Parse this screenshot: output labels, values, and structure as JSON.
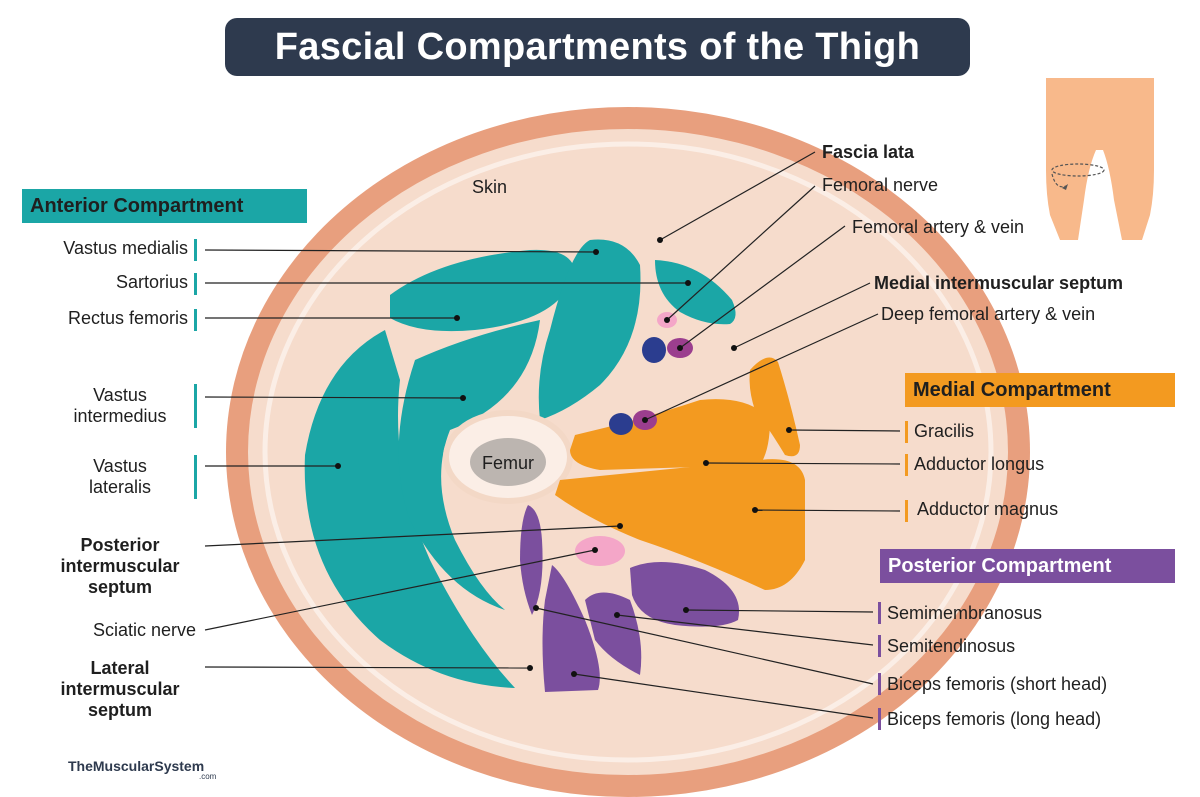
{
  "title": "Fascial Compartments of the Thigh",
  "colors": {
    "title_bg": "#2e3a4e",
    "anterior": "#1ba6a6",
    "medial": "#f39a20",
    "posterior": "#7b4f9e",
    "skin": "#e89f7e",
    "fascia": "#fbeee6",
    "tissue": "#f6dccc",
    "femur": "#bcb5b0",
    "nerve": "#f4a6c8",
    "vein": "#2b3d8f",
    "artery": "#9b3e8e",
    "body": "#f8b98b"
  },
  "compartments": {
    "anterior": "Anterior Compartment",
    "medial": "Medial Compartment",
    "posterior": "Posterior Compartment"
  },
  "labels": {
    "skin": "Skin",
    "femur": "Femur",
    "vastus_medialis": "Vastus medialis",
    "sartorius": "Sartorius",
    "rectus_femoris": "Rectus femoris",
    "vastus_intermedius_1": "Vastus",
    "vastus_intermedius_2": "intermedius",
    "vastus_lateralis_1": "Vastus",
    "vastus_lateralis_2": "lateralis",
    "posterior_septum_1": "Posterior",
    "posterior_septum_2": "intermuscular",
    "posterior_septum_3": "septum",
    "sciatic_nerve": "Sciatic nerve",
    "lateral_septum_1": "Lateral",
    "lateral_septum_2": "intermuscular",
    "lateral_septum_3": "septum",
    "fascia_lata": "Fascia lata",
    "femoral_nerve": "Femoral nerve",
    "femoral_artery_vein": "Femoral artery & vein",
    "medial_septum": "Medial intermuscular septum",
    "deep_femoral": "Deep femoral artery & vein",
    "gracilis": "Gracilis",
    "adductor_longus": "Adductor longus",
    "adductor_magnus": "Adductor magnus",
    "semimembranosus": "Semimembranosus",
    "semitendinosus": "Semitendinosus",
    "biceps_short": "Biceps femoris (short head)",
    "biceps_long": "Biceps femoris (long head)"
  },
  "logo": {
    "name": "TheMuscularSystem",
    "suffix": ".com"
  }
}
